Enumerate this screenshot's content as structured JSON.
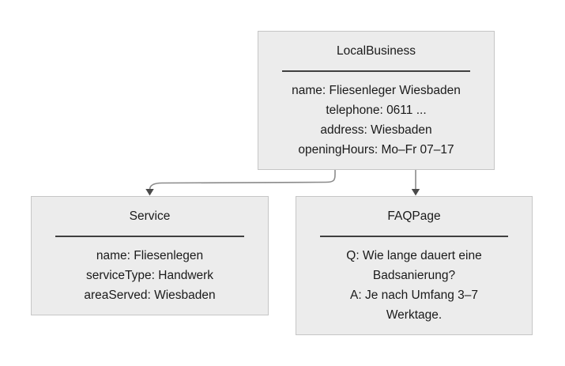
{
  "diagram": {
    "colors": {
      "background": "#ffffff",
      "node_fill": "#ececec",
      "node_border": "#c6c6c6",
      "separator": "#3f3f3f",
      "edge_stroke": "#8b8b8b",
      "arrowhead_fill": "#4a4a4a",
      "text": "#1a1a1a"
    },
    "nodes": {
      "localbusiness": {
        "title": "LocalBusiness",
        "lines": [
          "name: Fliesenleger Wiesbaden",
          "telephone: 0611 ...",
          "address: Wiesbaden",
          "openingHours: Mo–Fr 07–17"
        ]
      },
      "service": {
        "title": "Service",
        "lines": [
          "name: Fliesenlegen",
          "serviceType: Handwerk",
          "areaServed: Wiesbaden"
        ]
      },
      "faqpage": {
        "title": "FAQPage",
        "lines": [
          "Q: Wie lange dauert eine",
          "Badsanierung?",
          "A: Je nach Umfang 3–7",
          "Werktage."
        ]
      }
    },
    "edges": [
      {
        "from": "LocalBusiness",
        "to": "Service"
      },
      {
        "from": "LocalBusiness",
        "to": "FAQPage"
      }
    ]
  }
}
